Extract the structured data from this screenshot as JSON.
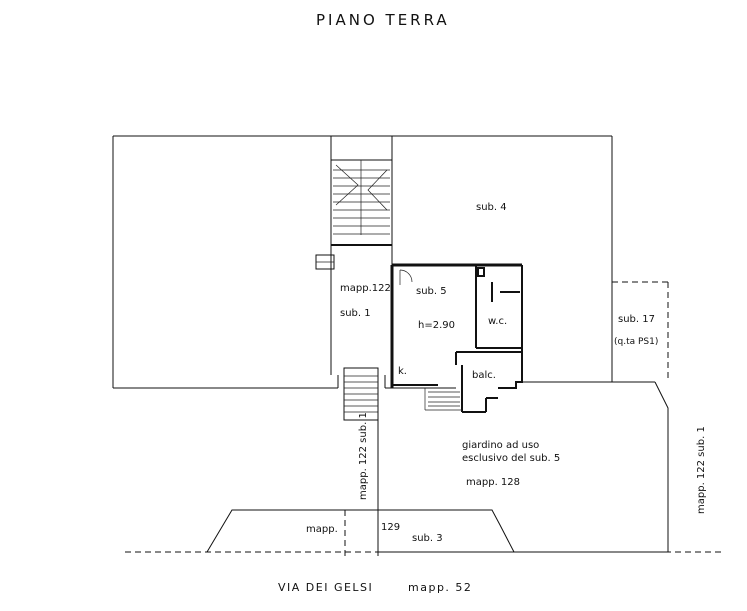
{
  "title": "PIANO TERRA",
  "rooms": {
    "sub4": "sub. 4",
    "sub5": "sub. 5",
    "sub1_left": "sub. 1",
    "mapp122_left": "mapp.122",
    "height": "h=2.90",
    "wc": "w.c.",
    "kitchen": "k.",
    "balcony": "balc.",
    "sub17": "sub. 17",
    "sub17_note": "(q.ta PS1)",
    "garden_line1": "giardino ad uso",
    "garden_line2": "esclusivo del sub. 5",
    "mapp128": "mapp. 128",
    "mapp122_vertical_left": "mapp. 122  sub. 1",
    "mapp122_vertical_right": "mapp. 122  sub. 1",
    "mapp_bottom": "mapp.",
    "mapp129": "129",
    "sub3": "sub. 3"
  },
  "street": {
    "name": "VIA DEI  GELSI",
    "parcel": "mapp. 52"
  }
}
